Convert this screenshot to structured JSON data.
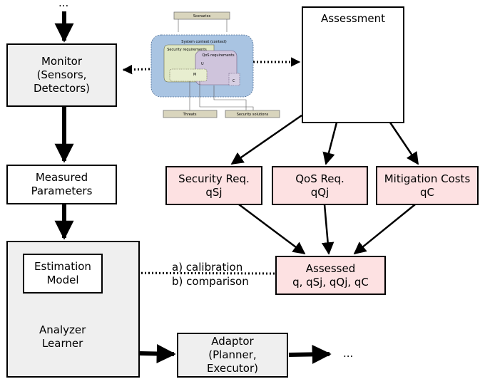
{
  "top_ellipsis": "...",
  "right_ellipsis": "...",
  "monitor": {
    "line1": "Monitor",
    "line2": "(Sensors,",
    "line3": "Detectors)"
  },
  "measured": {
    "line1": "Measured",
    "line2": "Parameters"
  },
  "analyzer": {
    "line1": "Analyzer",
    "line2": "Learner"
  },
  "estimation": {
    "line1": "Estimation",
    "line2": "Model"
  },
  "assessment": {
    "title": "Assessment"
  },
  "security_req": {
    "line1": "Security Req.",
    "line2": "qSj"
  },
  "qos_req": {
    "line1": "QoS Req.",
    "line2": "qQj"
  },
  "mitigation": {
    "line1": "Mitigation Costs",
    "line2": "qC"
  },
  "assessed": {
    "line1": "Assessed",
    "line2": "q, qSj, qQj, qC"
  },
  "calibration": {
    "line1": "a) calibration",
    "line2": "b) comparison"
  },
  "adaptor": {
    "line1": "Adaptor",
    "line2": "(Planner,",
    "line3": "Executor)"
  },
  "mini_diagram": {
    "scenarios": "Scenarios",
    "system_context": "System context (context)",
    "security_requirements": "Security requirements",
    "qos_requirements": "QoS requirements",
    "u": "U",
    "m": "M",
    "c": "C",
    "threats": "Threats",
    "security_solutions": "Security solutions"
  }
}
